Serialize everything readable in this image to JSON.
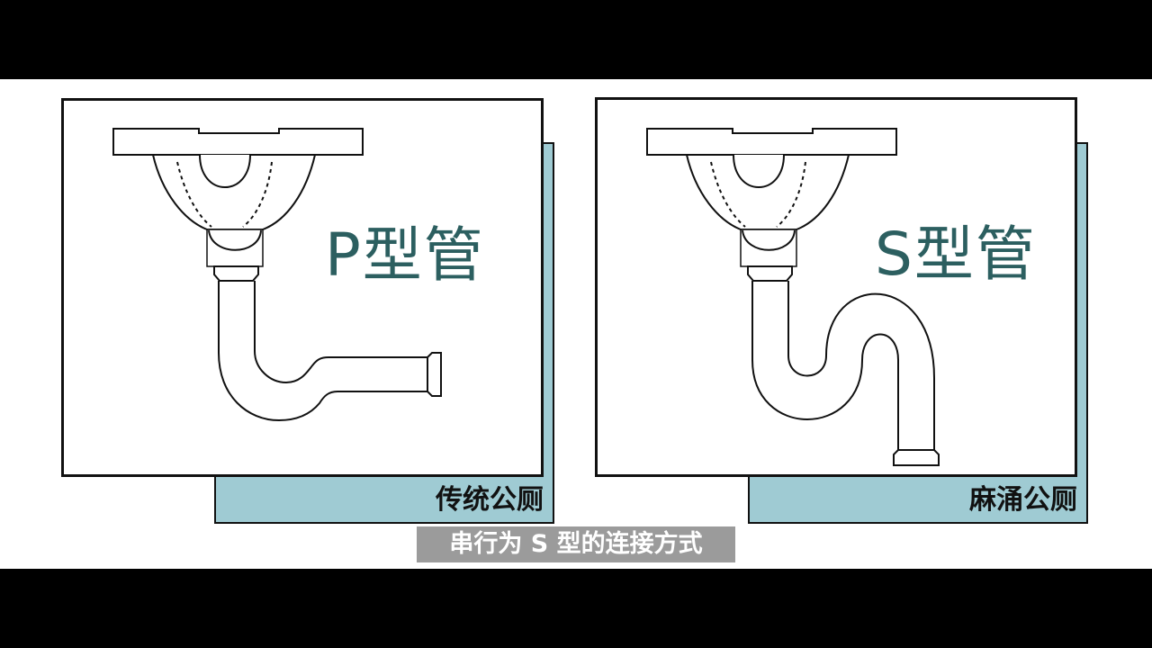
{
  "left_panel": {
    "title": "P型管",
    "caption": "传统公厕"
  },
  "right_panel": {
    "title": "S型管",
    "caption": "麻涌公厕"
  },
  "subtitle": "串行为 S 型的连接方式",
  "colors": {
    "accent": "#9fcbd3",
    "title_text": "#2c5f60"
  }
}
